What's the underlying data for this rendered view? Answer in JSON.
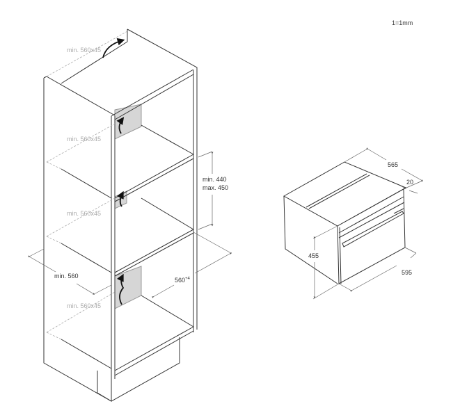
{
  "scale_note": "1=1mm",
  "cabinet": {
    "vent_labels": [
      "min. 560x45",
      "min. 560x45",
      "min. 560x45",
      "min. 560x45"
    ],
    "niche_height_min": "min. 440",
    "niche_height_max": "max. 450",
    "width_min": "min. 560",
    "niche_depth": "560",
    "niche_depth_tolerance": "+4"
  },
  "oven": {
    "depth": "565",
    "front_thickness": "20",
    "height": "455",
    "width": "595"
  },
  "colors": {
    "line": "#333333",
    "vent_fill": "#d6d6d6",
    "dim_line": "#666666",
    "label_grey": "#aaaaaa"
  }
}
